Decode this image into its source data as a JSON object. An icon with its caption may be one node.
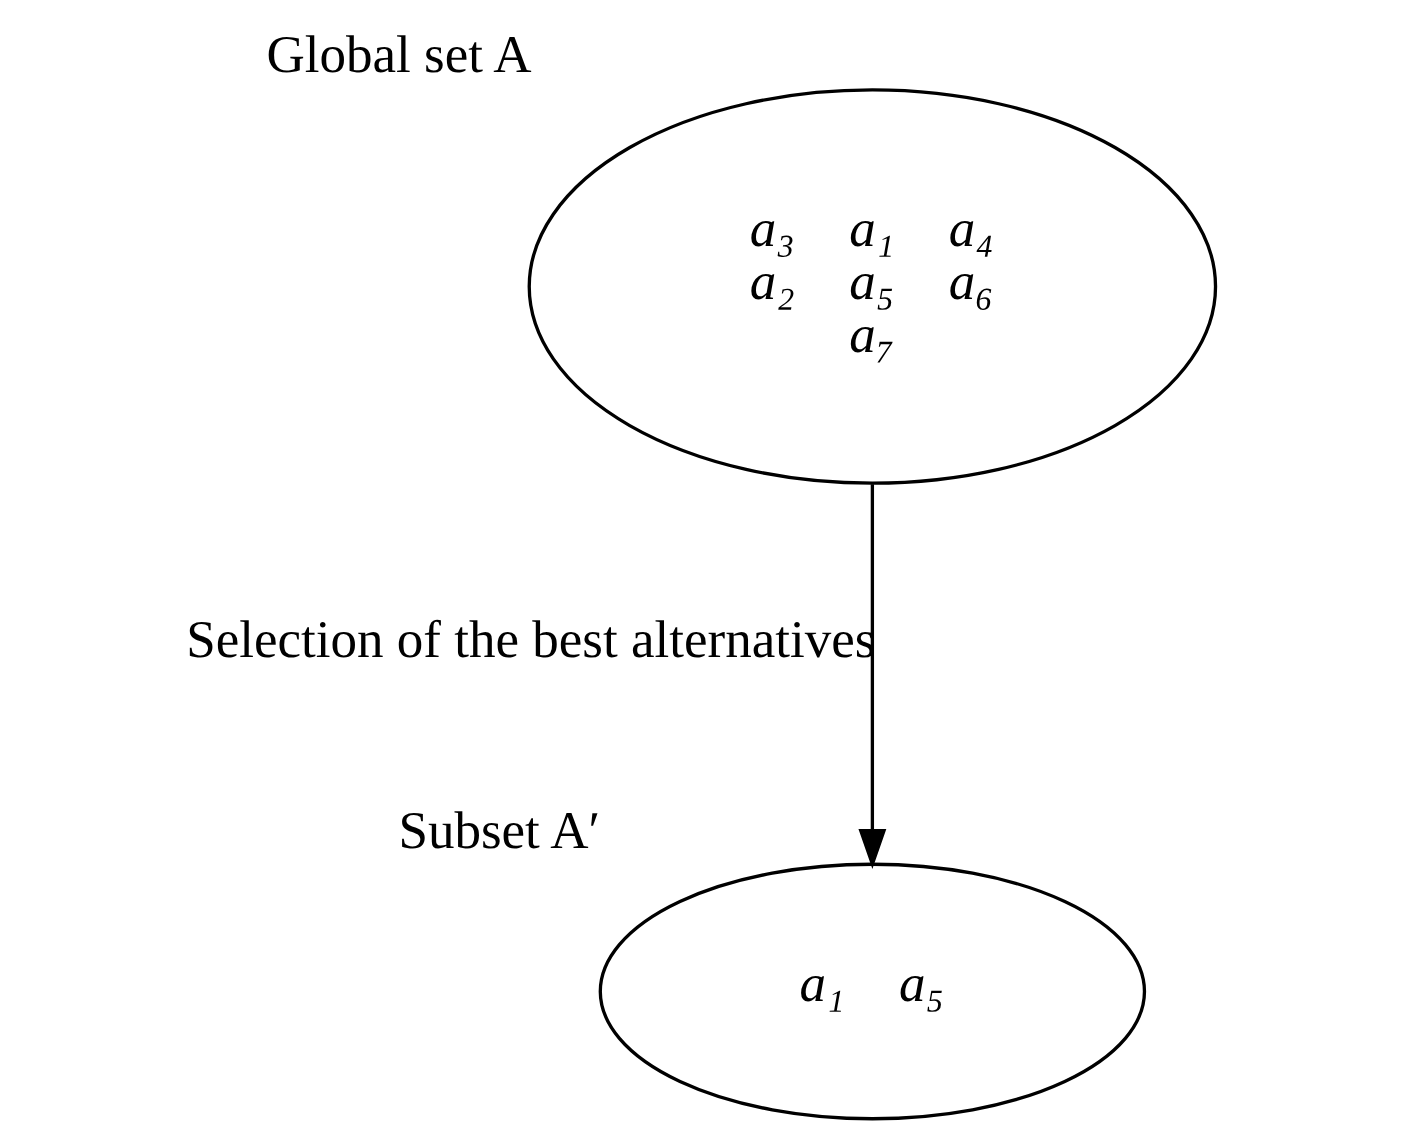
{
  "diagram": {
    "nodes": [
      {
        "text": [
          "a₃",
          "a₁",
          "a₄",
          "a₂",
          "a₅",
          "a₆",
          "a₇"
        ],
        "beside": [
          "Global set A"
        ]
      },
      {
        "text": [
          "a₁",
          "a₅"
        ],
        "beside": [
          "Subset A′"
        ]
      }
    ],
    "edges": [
      {
        "from": 0,
        "to": 1,
        "arrow": "to",
        "label": "Selection of the best alternatives"
      }
    ]
  }
}
